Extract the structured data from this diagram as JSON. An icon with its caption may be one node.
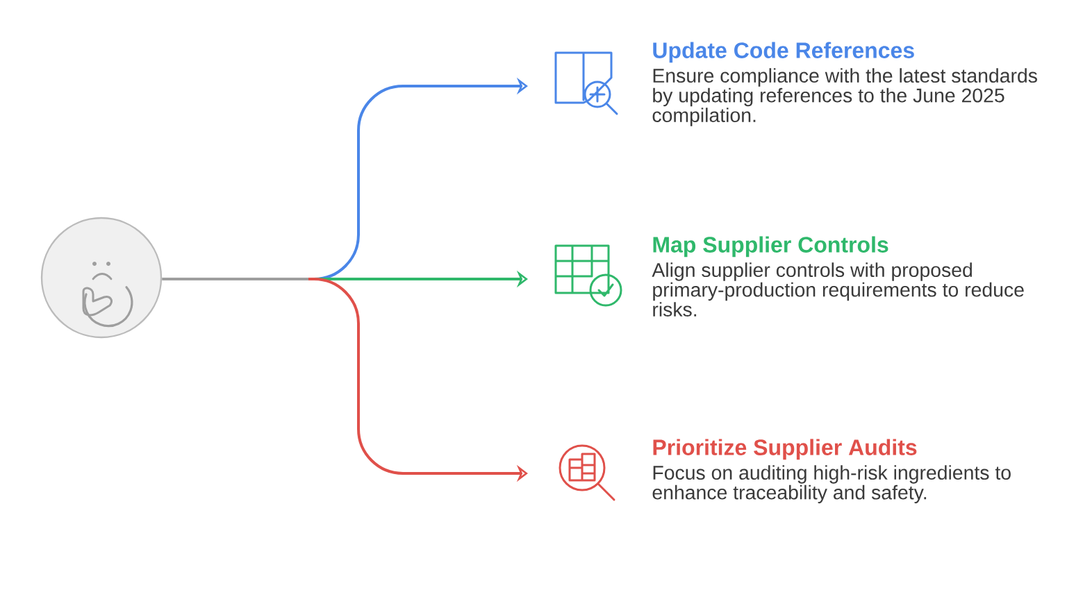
{
  "diagram": {
    "nodes": [
      {
        "text": [],
        "shape": "circle"
      },
      {
        "text": [
          "Update Code References",
          "Ensure compliance with the latest standards by updating references to the June 2025 compilation."
        ]
      },
      {
        "text": [
          "Map Supplier Controls",
          "Align supplier controls with proposed primary-production requirements to reduce risks."
        ]
      },
      {
        "text": [
          "Prioritize Supplier Audits",
          "Focus on auditing high-risk ingredients to enhance traceability and safety."
        ]
      }
    ],
    "edges": [
      {
        "from": 0,
        "to": 1,
        "arrow": "to",
        "color": "#4a86e8"
      },
      {
        "from": 0,
        "to": 2,
        "arrow": "to",
        "color": "#2fb86b"
      },
      {
        "from": 0,
        "to": 3,
        "arrow": "to",
        "color": "#e0504a"
      }
    ]
  }
}
